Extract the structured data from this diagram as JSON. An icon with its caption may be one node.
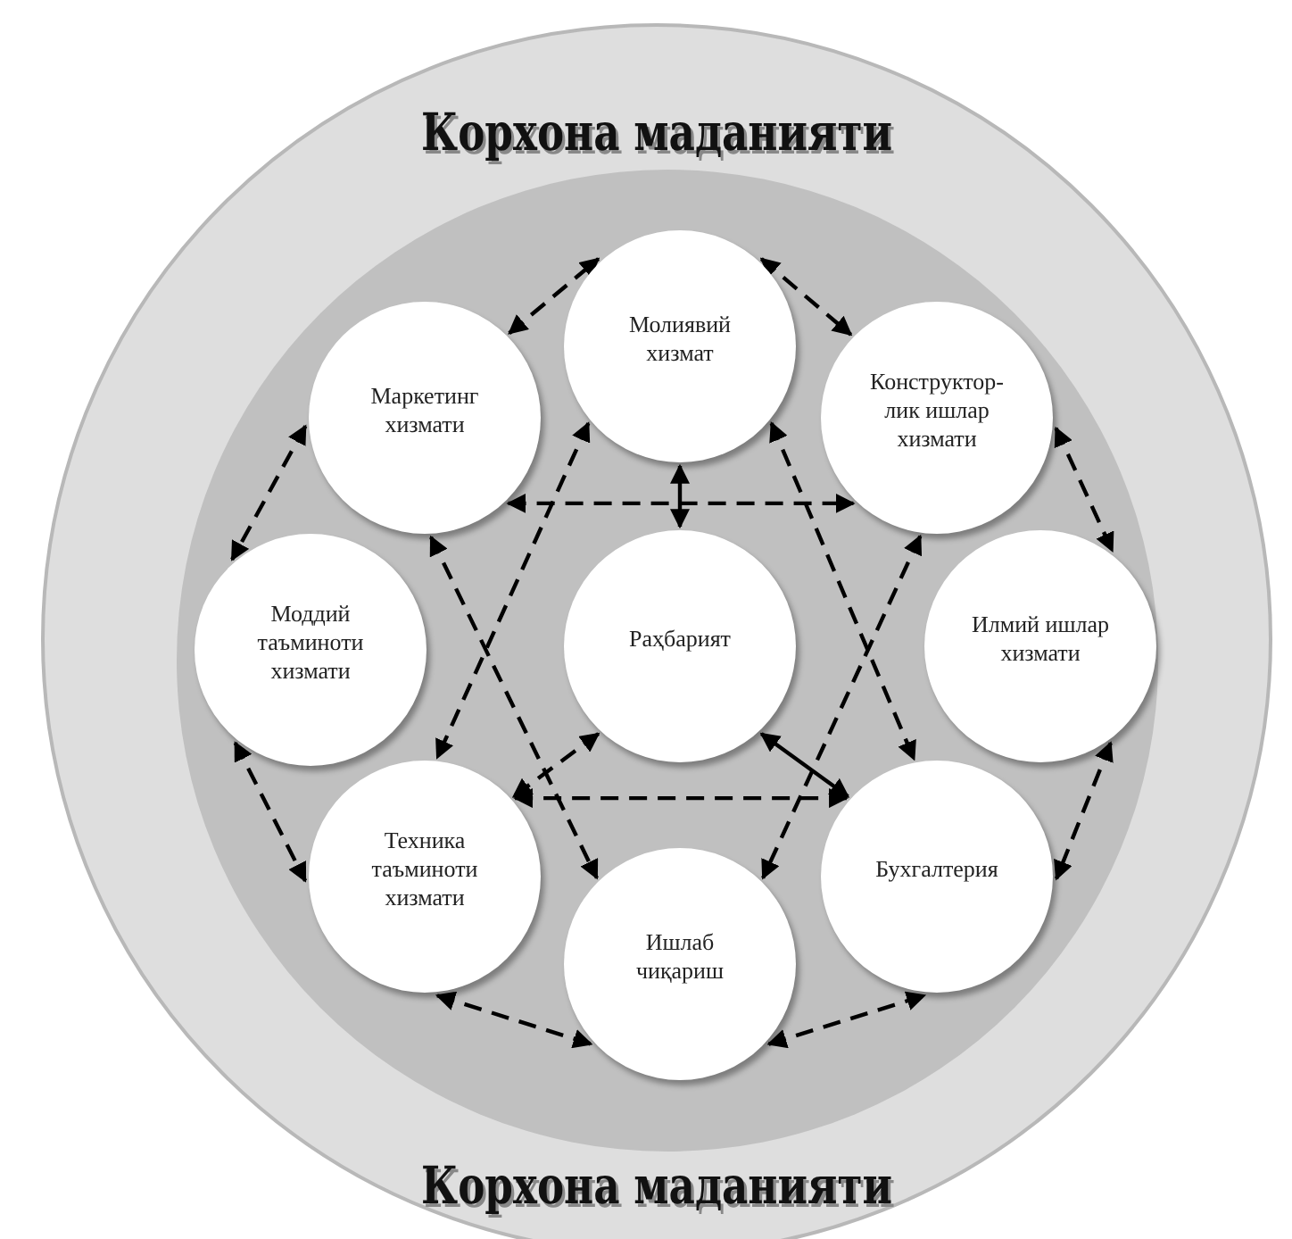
{
  "diagram": {
    "nodes": [
      {
        "text": [
          "Корхона маданияти",
          "Корхона маданияти"
        ]
      },
      {
        "text": [],
        "shape": "circle",
        "in": 0
      },
      {
        "text": [
          "Молиявий хизмат"
        ],
        "in": 1
      },
      {
        "text": [
          "Маркетинг хизмати"
        ],
        "in": 1
      },
      {
        "text": [
          "Конструктор-лик ишлар хизмати"
        ],
        "in": 1
      },
      {
        "text": [
          "Моддий таъминоти хизмати"
        ],
        "in": 1
      },
      {
        "text": [
          "Раҳбарият"
        ],
        "in": 1
      },
      {
        "text": [
          "Илмий ишлар хизмати"
        ],
        "in": 1
      },
      {
        "text": [
          "Техника таъминоти хизмати"
        ],
        "in": 1
      },
      {
        "text": [
          "Бухгалтерия"
        ],
        "in": 1
      },
      {
        "text": [
          "Ишлаб чиқариш"
        ],
        "in": 1
      }
    ],
    "edges": [
      {
        "from": 3,
        "to": 2,
        "arrow": "both",
        "style": "dashed"
      },
      {
        "from": 2,
        "to": 4,
        "arrow": "both",
        "style": "dashed"
      },
      {
        "from": 2,
        "to": 6,
        "arrow": "both"
      },
      {
        "from": 3,
        "to": 4,
        "arrow": "both",
        "style": "dashed"
      },
      {
        "from": 3,
        "to": 5,
        "arrow": "both",
        "style": "dashed"
      },
      {
        "from": 4,
        "to": 7,
        "arrow": "both",
        "style": "dashed"
      },
      {
        "from": 2,
        "to": 8,
        "arrow": "both",
        "style": "dashed"
      },
      {
        "from": 3,
        "to": 10,
        "arrow": "both",
        "style": "dashed"
      },
      {
        "from": 2,
        "to": 9,
        "arrow": "both",
        "style": "dashed"
      },
      {
        "from": 4,
        "to": 10,
        "arrow": "both",
        "style": "dashed"
      },
      {
        "from": 5,
        "to": 8,
        "arrow": "both",
        "style": "dashed"
      },
      {
        "from": 7,
        "to": 9,
        "arrow": "both",
        "style": "dashed"
      },
      {
        "from": 6,
        "to": 8,
        "arrow": "both",
        "style": "dashed"
      },
      {
        "from": 6,
        "to": 9,
        "arrow": "both"
      },
      {
        "from": 8,
        "to": 9,
        "arrow": "both",
        "style": "dashed"
      },
      {
        "from": 8,
        "to": 10,
        "arrow": "both",
        "style": "dashed"
      },
      {
        "from": 10,
        "to": 9,
        "arrow": "both",
        "style": "dashed"
      }
    ]
  }
}
